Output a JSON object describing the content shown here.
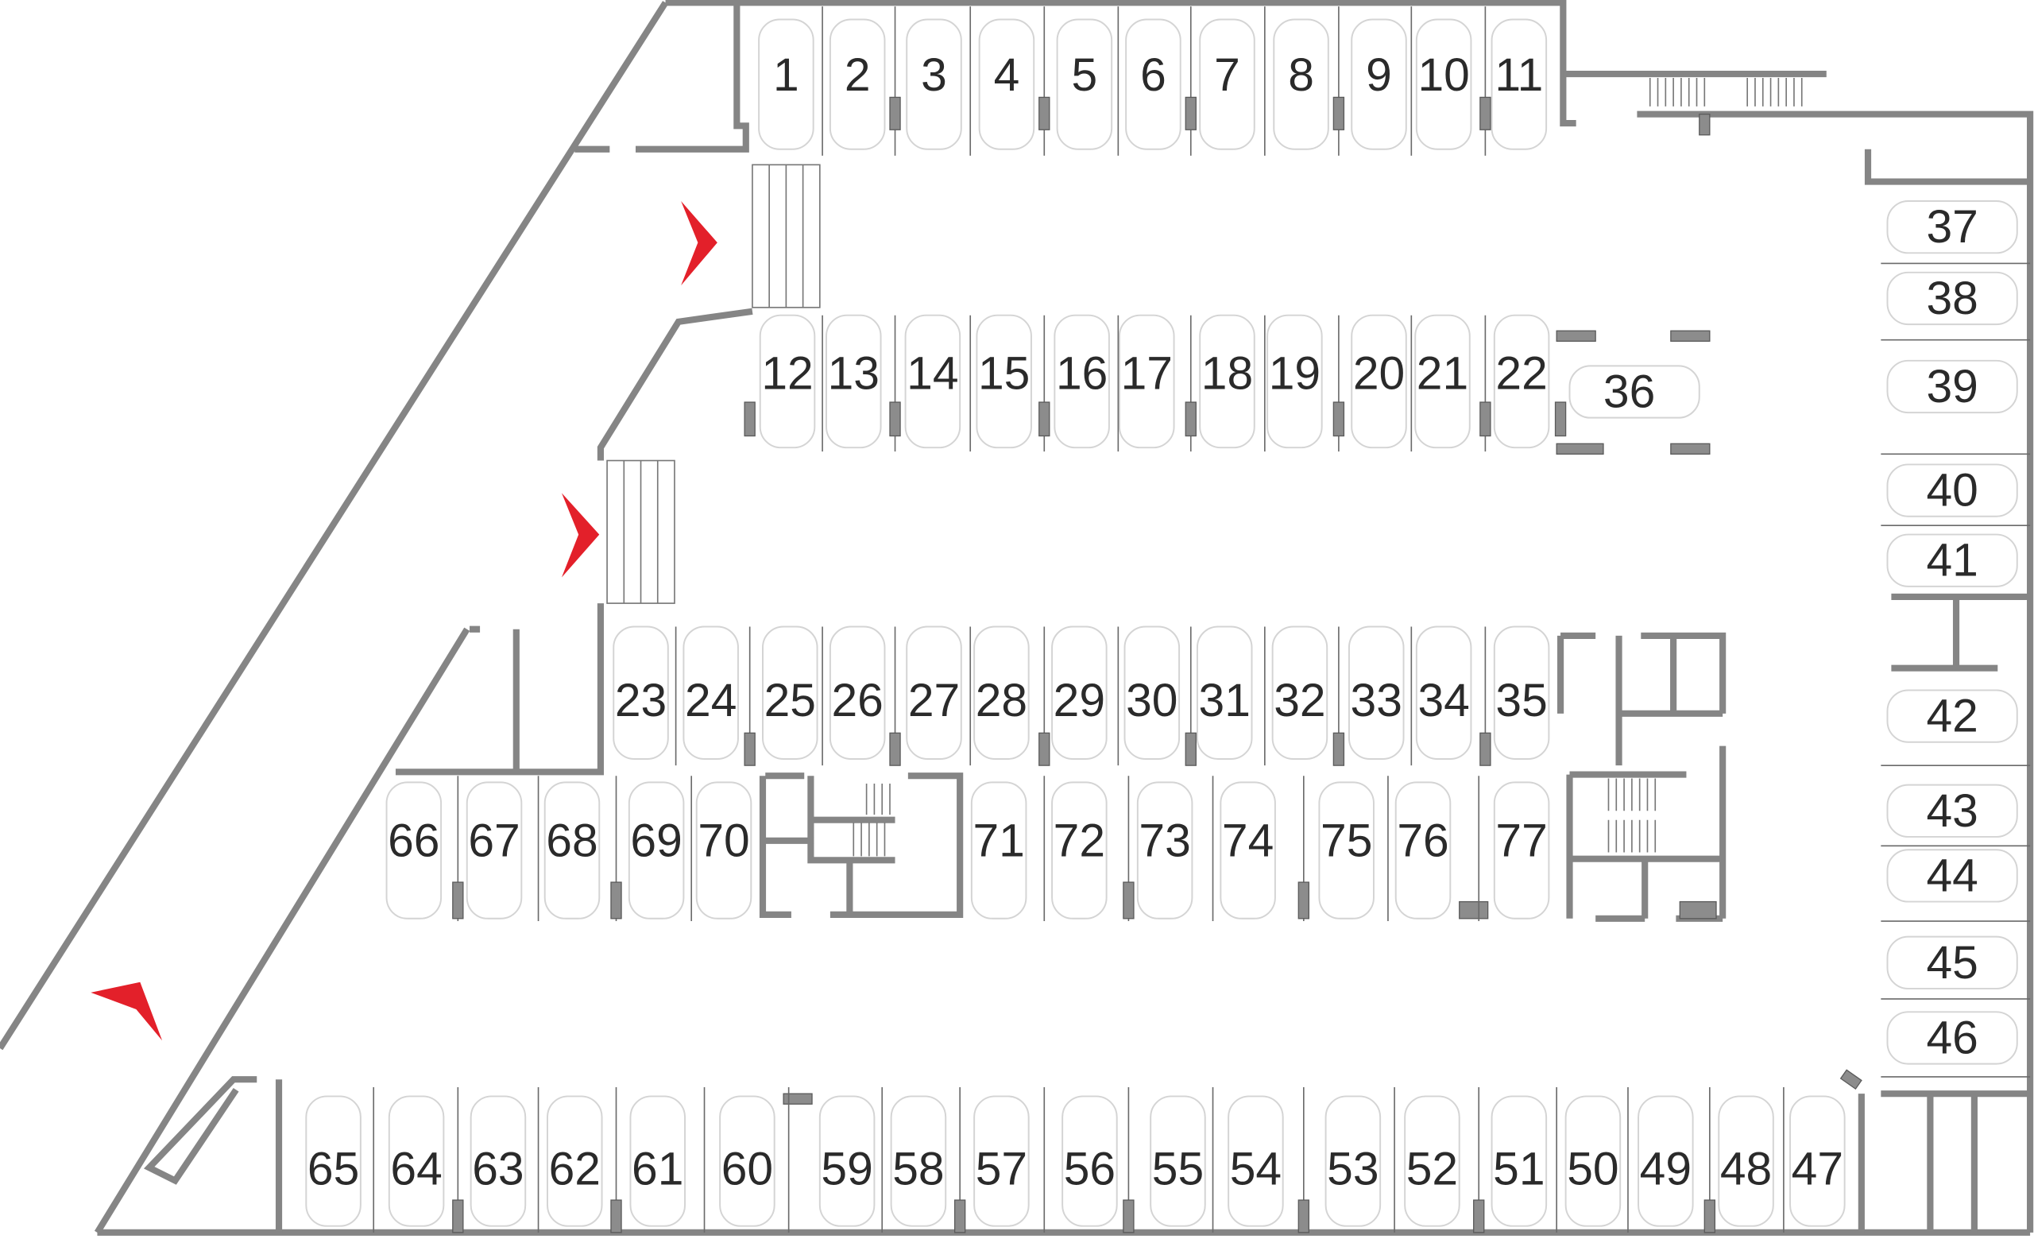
{
  "title": "Parking floor plan",
  "colors": {
    "wall": "#858585",
    "arrow": "#e3202a",
    "label": "#2a2a2a",
    "car": "#d4d4d4"
  },
  "direction_arrows": [
    "arrow-down-right",
    "arrow-right",
    "arrow-up-left"
  ],
  "spots": {
    "row_top": [
      "1",
      "2",
      "3",
      "4",
      "5",
      "6",
      "7",
      "8",
      "9",
      "10",
      "11"
    ],
    "row_second": [
      "12",
      "13",
      "14",
      "15",
      "16",
      "17",
      "18",
      "19",
      "20",
      "21",
      "22"
    ],
    "spot_side": [
      "36"
    ],
    "row_third": [
      "23",
      "24",
      "25",
      "26",
      "27",
      "28",
      "29",
      "30",
      "31",
      "32",
      "33",
      "34",
      "35"
    ],
    "row_fourth": [
      "66",
      "67",
      "68",
      "69",
      "70",
      "71",
      "72",
      "73",
      "74",
      "75",
      "76",
      "77"
    ],
    "row_bottom": [
      "65",
      "64",
      "63",
      "62",
      "61",
      "60",
      "59",
      "58",
      "57",
      "56",
      "55",
      "54",
      "53",
      "52",
      "51",
      "50",
      "49",
      "48",
      "47"
    ],
    "column_right": [
      "37",
      "38",
      "39",
      "40",
      "41",
      "42",
      "43",
      "44",
      "45",
      "46"
    ]
  }
}
